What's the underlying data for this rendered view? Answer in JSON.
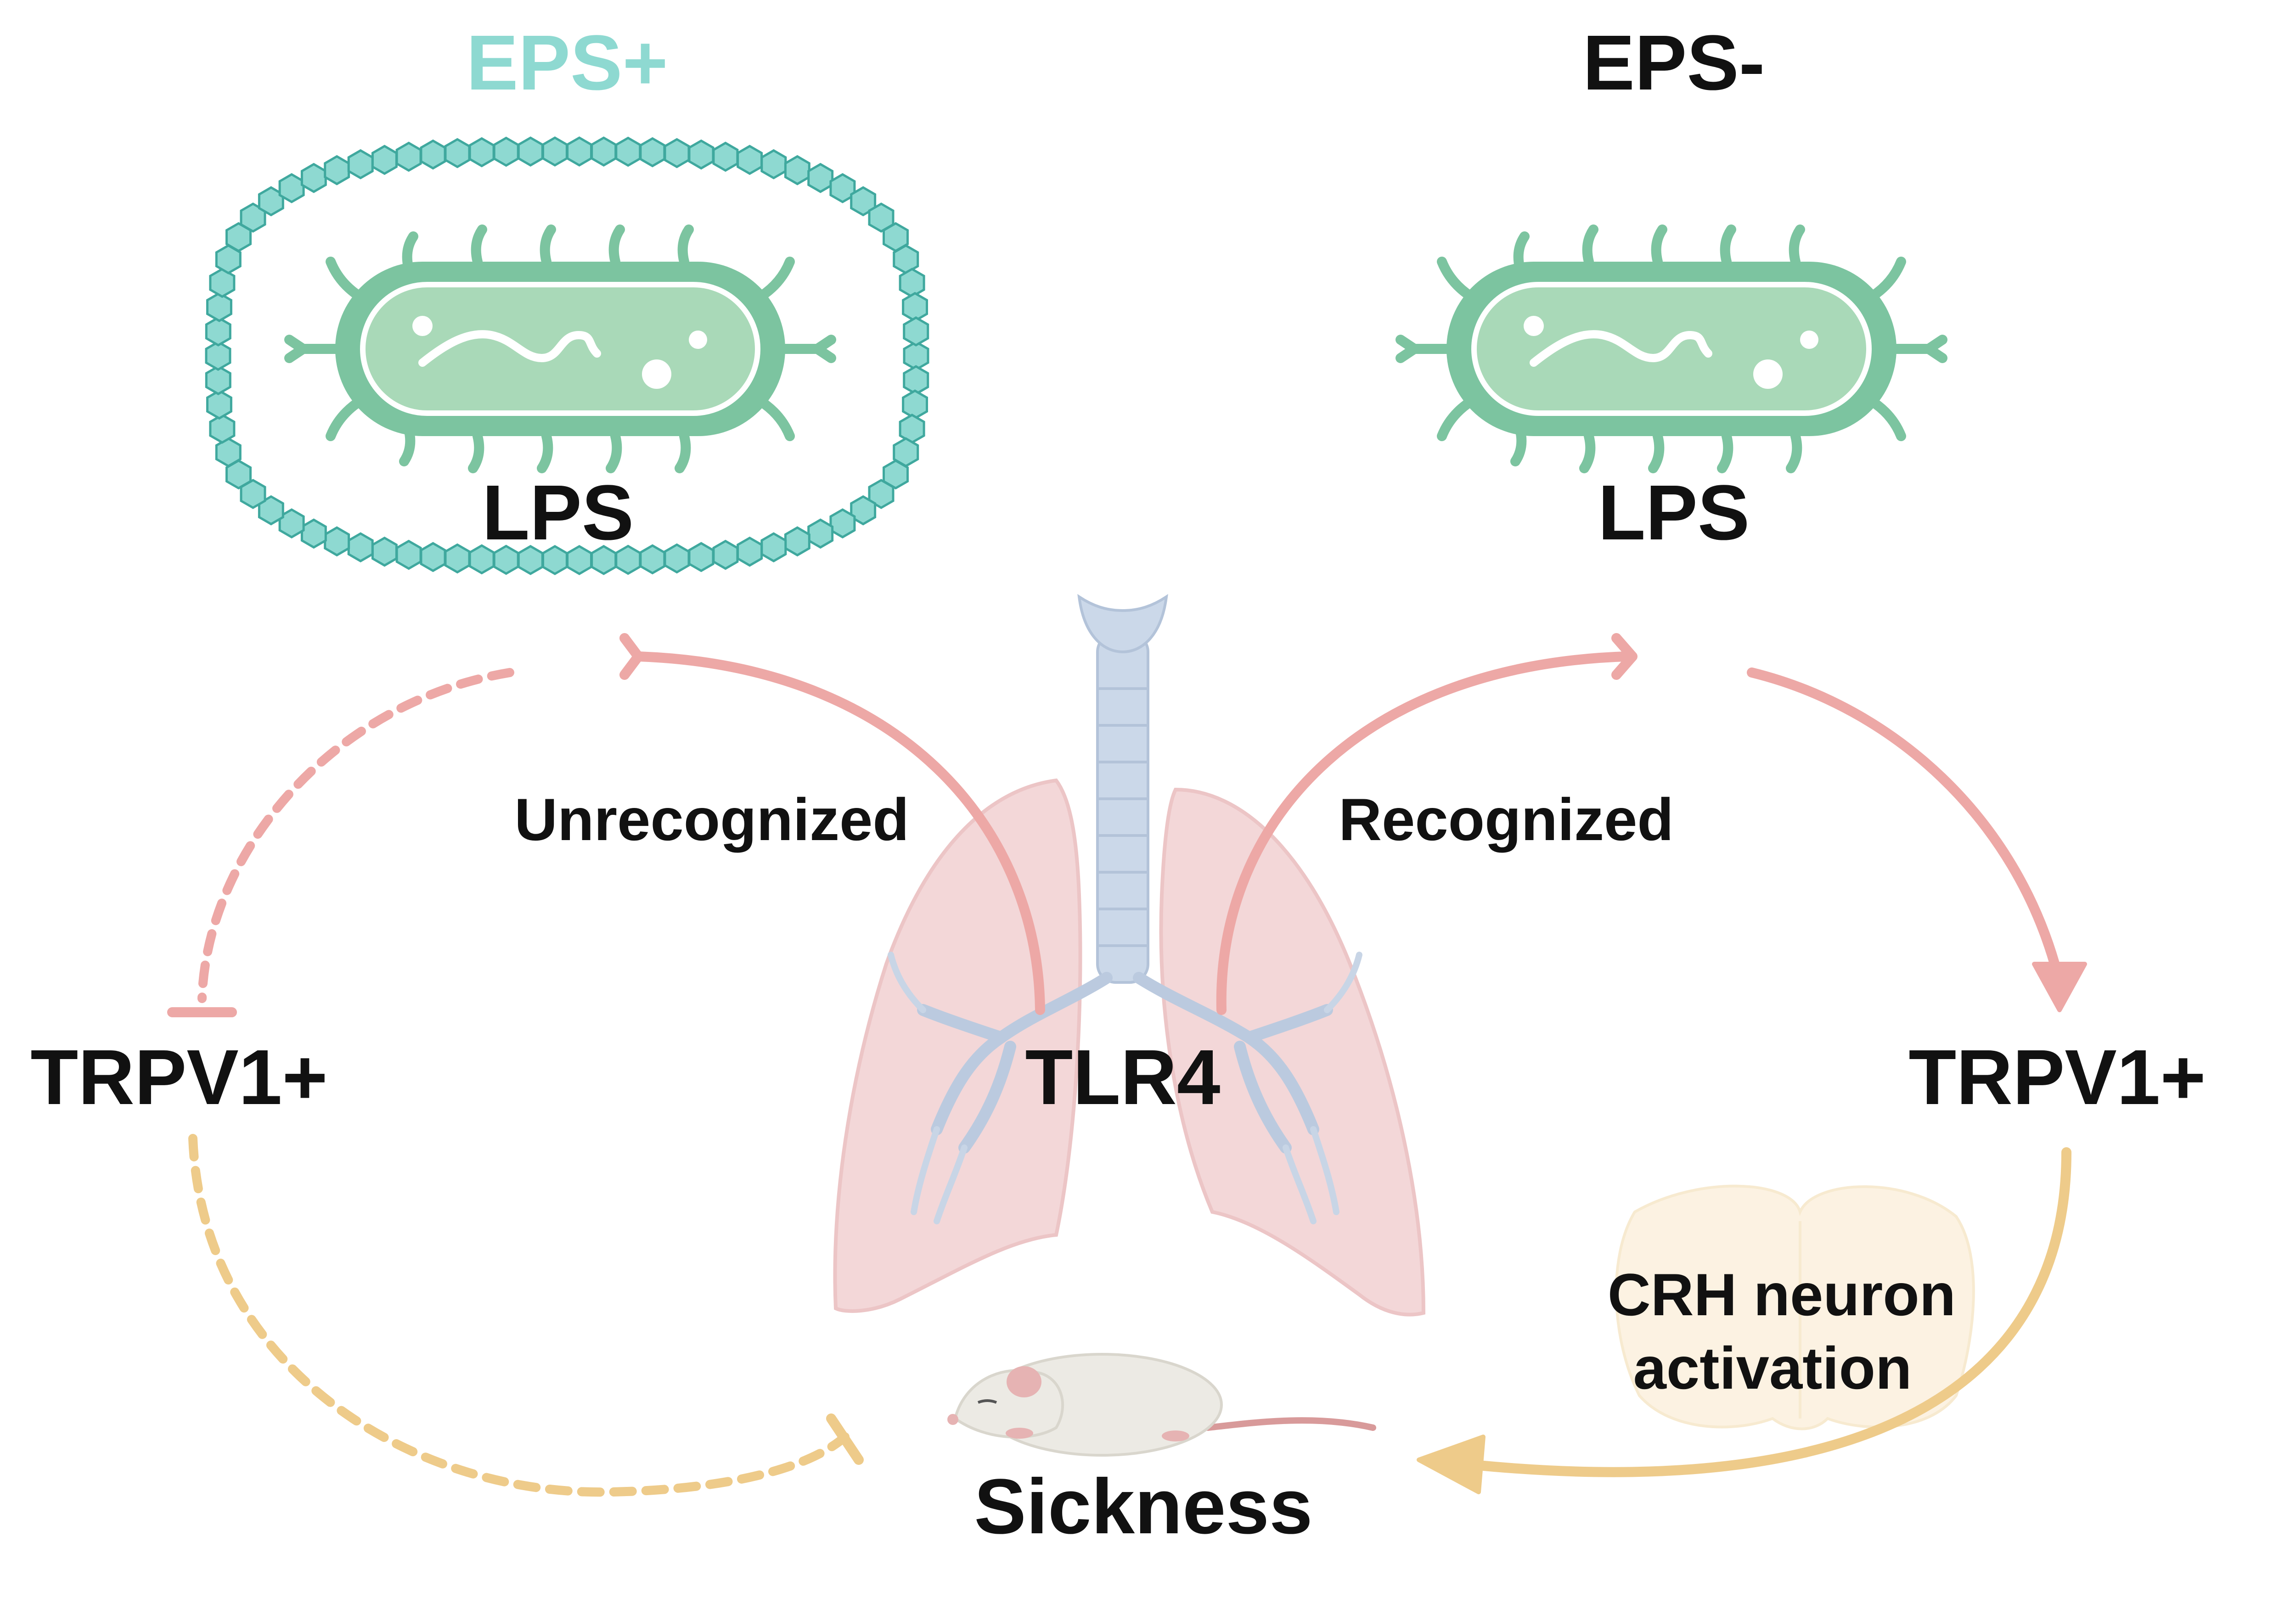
{
  "colors": {
    "capsule": "#8ED9D1",
    "capsule_stroke": "#3FA89E",
    "bacteria_outer": "#7CC4A0",
    "bacteria_inner": "#A9D9B8",
    "red_pathway": "#EDA8A6",
    "yellow_pathway": "#EECB8A",
    "text": "#111111",
    "eps_plus_text": "#8ED9D1"
  },
  "labels": {
    "eps_plus": "EPS+",
    "eps_minus": "EPS-",
    "lps_left": "LPS",
    "lps_right": "LPS",
    "unrecognized": "Unrecognized",
    "recognized": "Recognized",
    "tlr4": "TLR4",
    "trpv1_left": "TRPV1+",
    "trpv1_right": "TRPV1+",
    "crh_line1": "CRH neuron",
    "crh_line2": "activation",
    "sickness": "Sickness"
  },
  "icons": {
    "bacterium": "rod-bacterium-icon",
    "lungs": "lungs-icon",
    "brain": "brain-section-icon",
    "mouse": "mouse-icon"
  }
}
